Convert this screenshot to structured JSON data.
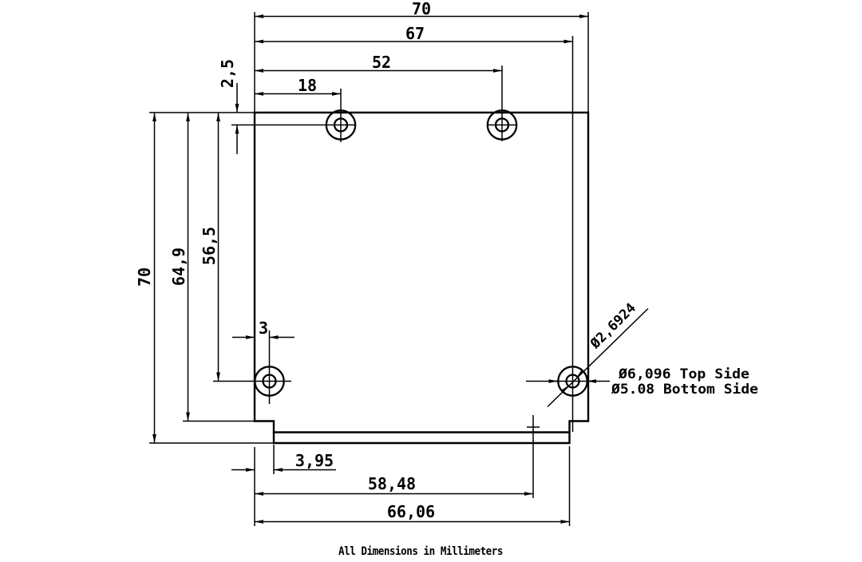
{
  "drawing": {
    "units_note": "All Dimensions in Millimeters",
    "dims": {
      "d70_top": "70",
      "d67": "67",
      "d52": "52",
      "d18": "18",
      "d70_left": "70",
      "d64_9": "64,9",
      "d56_5": "56,5",
      "d2_5": "2,5",
      "d3": "3",
      "d3_95": "3,95",
      "d58_48": "58,48",
      "d66_06": "66,06"
    },
    "callouts": {
      "inner_dia": "Ø2,6924",
      "top_dia": "Ø6,096 Top Side",
      "bottom_dia": "Ø5.08 Bottom Side"
    },
    "colors": {
      "line": "#000000",
      "background": "#ffffff"
    }
  }
}
